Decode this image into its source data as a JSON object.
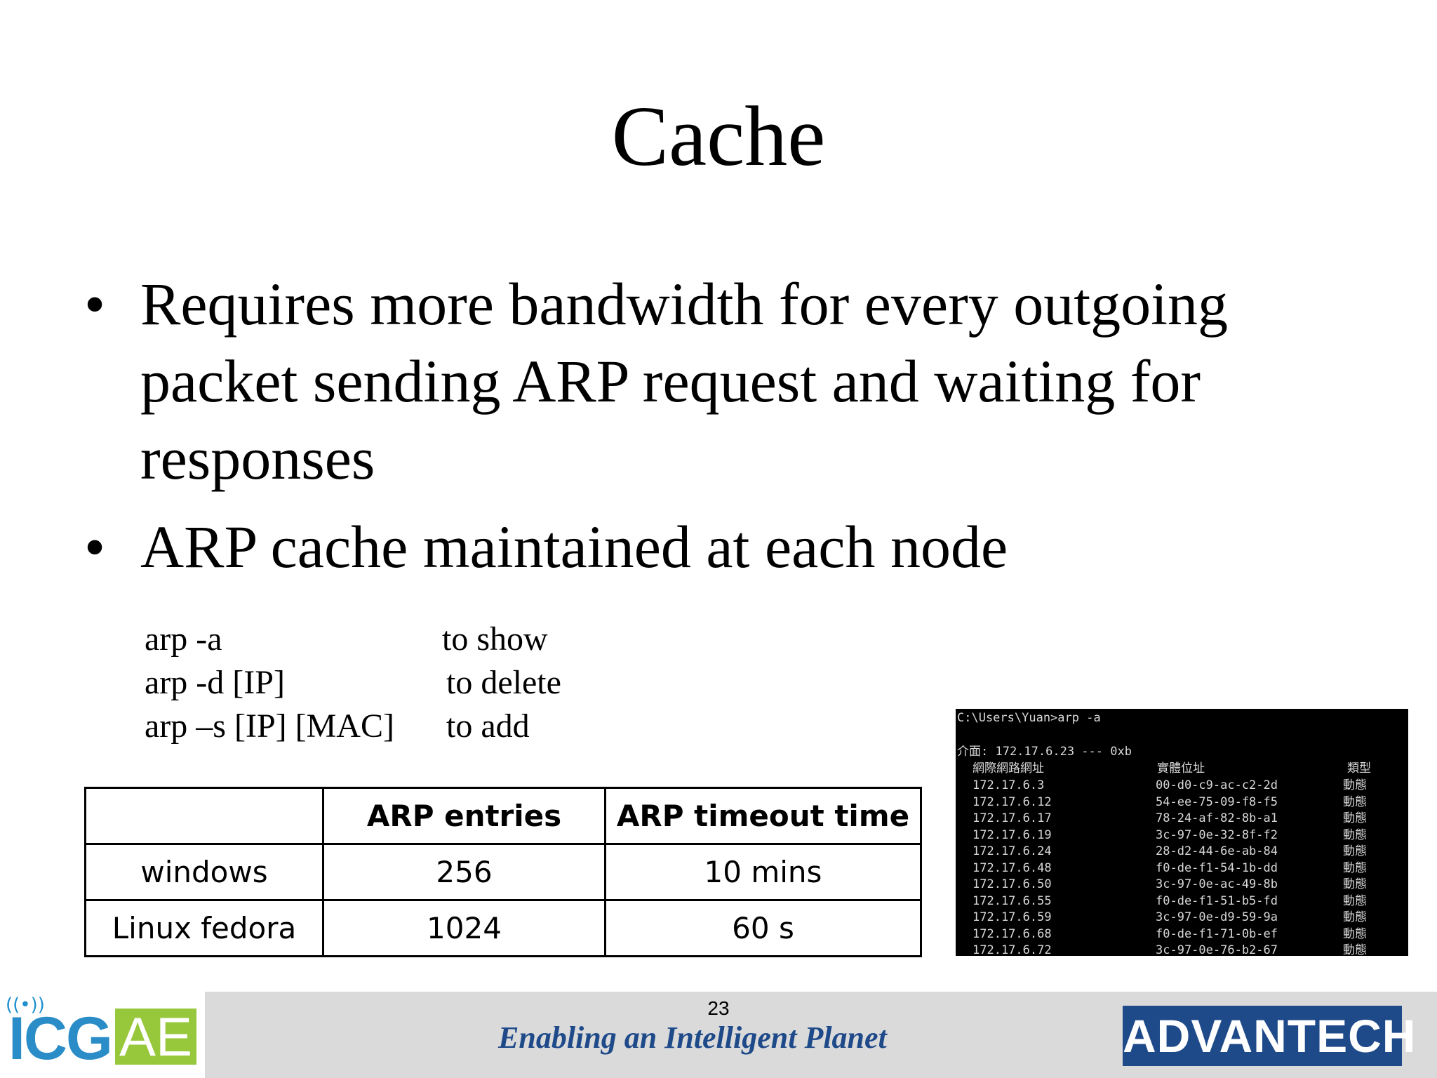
{
  "slide": {
    "title": "Cache",
    "bullets": [
      "Requires more bandwidth for every outgoing packet sending ARP request and waiting for responses",
      "ARP cache maintained at each node"
    ],
    "commands": [
      {
        "cmd": "arp -a",
        "desc": "to show"
      },
      {
        "cmd": "arp -d [IP]",
        "desc": "to delete"
      },
      {
        "cmd": "arp –s [IP] [MAC]",
        "desc": "to add"
      }
    ],
    "table": {
      "headers": [
        "",
        "ARP entries",
        "ARP timeout time"
      ],
      "rows": [
        [
          "windows",
          "256",
          "10 mins"
        ],
        [
          "Linux fedora",
          "1024",
          "60 s"
        ]
      ]
    },
    "terminal": {
      "command_line": "C:\\Users\\Yuan>arp -a",
      "interface_line": "介面: 172.17.6.23 --- 0xb",
      "headers": [
        "網際網路網址",
        "實體位址",
        "類型"
      ],
      "entries": [
        [
          "172.17.6.3",
          "00-d0-c9-ac-c2-2d",
          "動態"
        ],
        [
          "172.17.6.12",
          "54-ee-75-09-f8-f5",
          "動態"
        ],
        [
          "172.17.6.17",
          "78-24-af-82-8b-a1",
          "動態"
        ],
        [
          "172.17.6.19",
          "3c-97-0e-32-8f-f2",
          "動態"
        ],
        [
          "172.17.6.24",
          "28-d2-44-6e-ab-84",
          "動態"
        ],
        [
          "172.17.6.48",
          "f0-de-f1-54-1b-dd",
          "動態"
        ],
        [
          "172.17.6.50",
          "3c-97-0e-ac-49-8b",
          "動態"
        ],
        [
          "172.17.6.55",
          "f0-de-f1-51-b5-fd",
          "動態"
        ],
        [
          "172.17.6.59",
          "3c-97-0e-d9-59-9a",
          "動態"
        ],
        [
          "172.17.6.68",
          "f0-de-f1-71-0b-ef",
          "動態"
        ],
        [
          "172.17.6.72",
          "3c-97-0e-76-b2-67",
          "動態"
        ]
      ]
    }
  },
  "footer": {
    "page_number": "23",
    "tagline": "Enabling an Intelligent Planet",
    "logo_left": {
      "part1": "ICG",
      "part2": "AE"
    },
    "logo_right": "ADVANTECH",
    "colors": {
      "icg_blue": "#2a8dc8",
      "ae_green": "#97c83c",
      "advantech_blue": "#1f4a8a",
      "footer_gray": "#dadada"
    }
  }
}
